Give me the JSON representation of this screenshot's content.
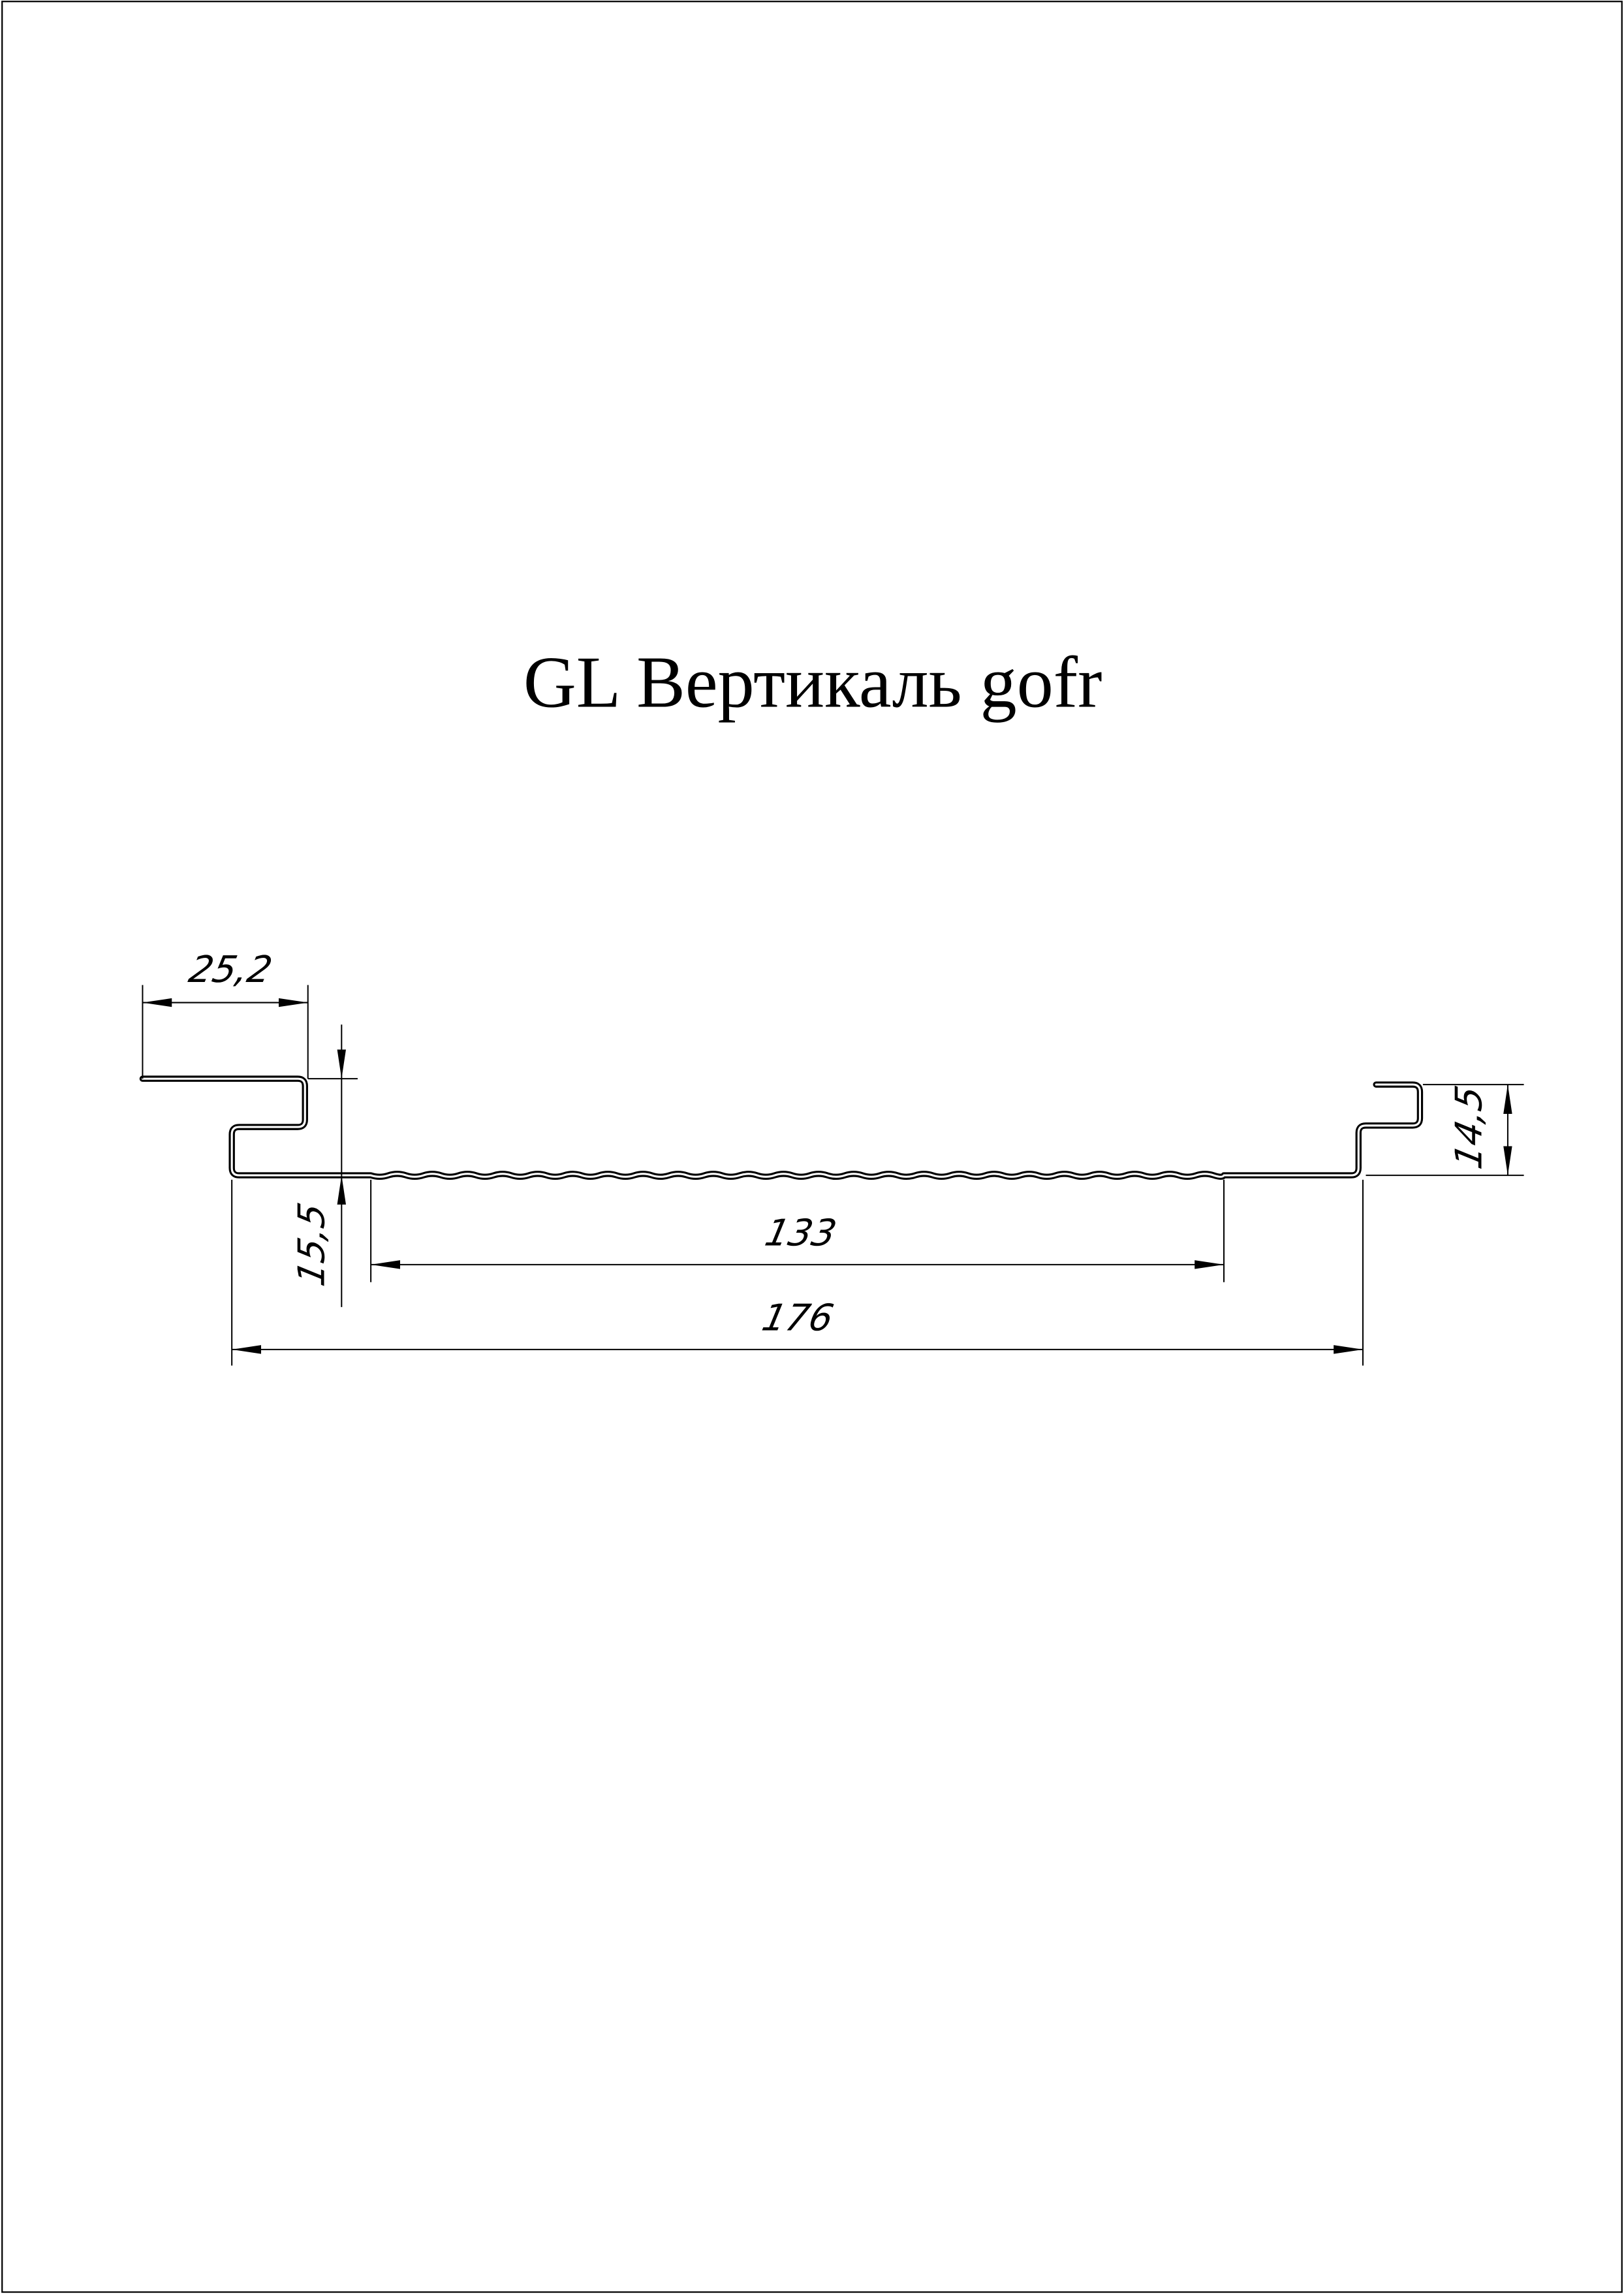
{
  "drawing": {
    "title": "GL Вертикаль gofr",
    "dimensions": {
      "flange_width": "25,2",
      "left_height": "15,5",
      "right_height": "14,5",
      "inner_width": "133",
      "overall_width": "176"
    },
    "line_color": "#000000",
    "background": "#ffffff"
  }
}
